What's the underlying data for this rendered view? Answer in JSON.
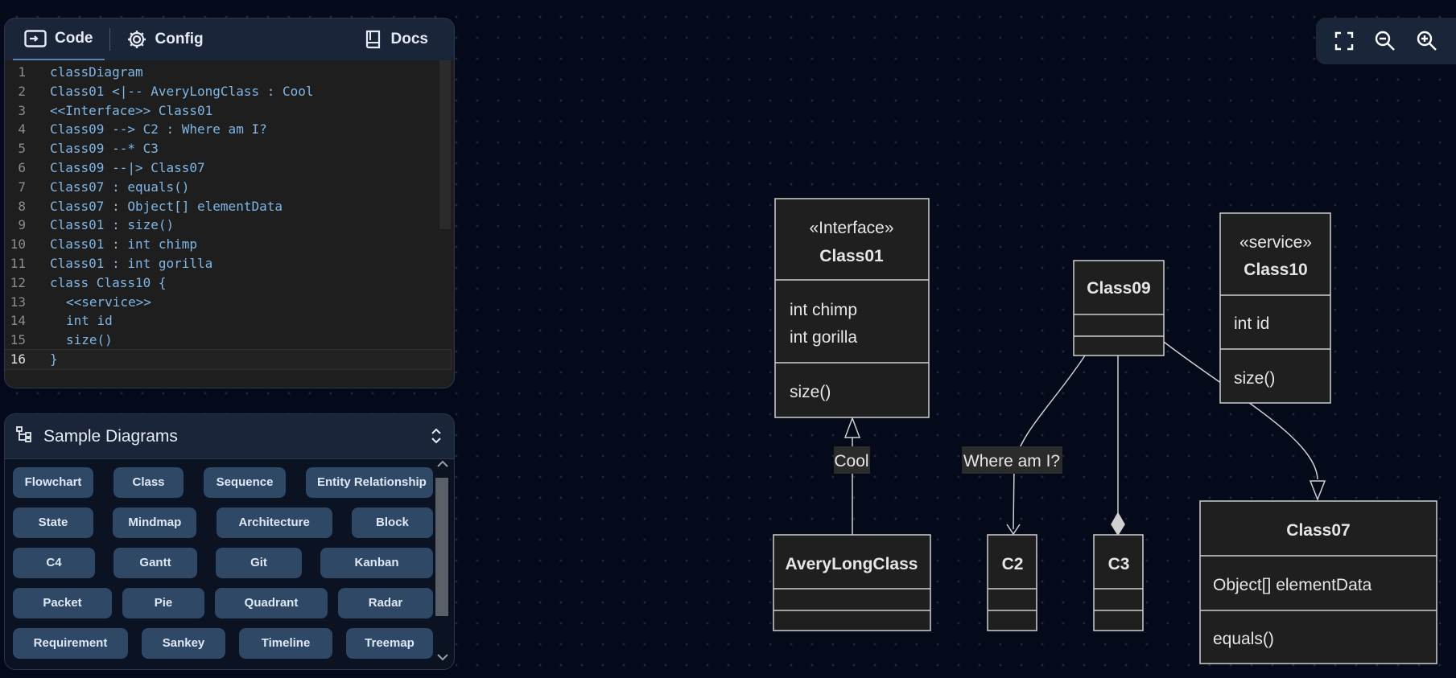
{
  "editor": {
    "tabs": {
      "code": "Code",
      "config": "Config",
      "docs": "Docs"
    },
    "lines": [
      {
        "n": "1",
        "t": "classDiagram"
      },
      {
        "n": "2",
        "t": "Class01 <|-- AveryLongClass : Cool"
      },
      {
        "n": "3",
        "t": "<<Interface>> Class01"
      },
      {
        "n": "4",
        "t": "Class09 --> C2 : Where am I?"
      },
      {
        "n": "5",
        "t": "Class09 --* C3"
      },
      {
        "n": "6",
        "t": "Class09 --|> Class07"
      },
      {
        "n": "7",
        "t": "Class07 : equals()"
      },
      {
        "n": "8",
        "t": "Class07 : Object[] elementData"
      },
      {
        "n": "9",
        "t": "Class01 : size()"
      },
      {
        "n": "10",
        "t": "Class01 : int chimp"
      },
      {
        "n": "11",
        "t": "Class01 : int gorilla"
      },
      {
        "n": "12",
        "t": "class Class10 {"
      },
      {
        "n": "13",
        "t": "<<service>>"
      },
      {
        "n": "14",
        "t": "int id"
      },
      {
        "n": "15",
        "t": "size()"
      },
      {
        "n": "16",
        "t": "}"
      }
    ],
    "current_line": "16"
  },
  "samples": {
    "title": "Sample Diagrams",
    "items": [
      "Flowchart",
      "Class",
      "Sequence",
      "Entity Relationship",
      "State",
      "Mindmap",
      "Architecture",
      "Block",
      "C4",
      "Gantt",
      "Git",
      "Kanban",
      "Packet",
      "Pie",
      "Quadrant",
      "Radar",
      "Requirement",
      "Sankey",
      "Timeline",
      "Treemap"
    ]
  },
  "zoom": {
    "icons": [
      "fullscreen-icon",
      "zoom-out-icon",
      "zoom-in-icon"
    ]
  },
  "diagram": {
    "class01": {
      "stereotype": "«Interface»",
      "name": "Class01",
      "attrs": [
        "int chimp",
        "int gorilla"
      ],
      "methods": [
        "size()"
      ]
    },
    "class09": {
      "name": "Class09"
    },
    "class10": {
      "stereotype": "«service»",
      "name": "Class10",
      "attrs": [
        "int id"
      ],
      "methods": [
        "size()"
      ]
    },
    "avery": {
      "name": "AveryLongClass"
    },
    "c2": {
      "name": "C2"
    },
    "c3": {
      "name": "C3"
    },
    "class07": {
      "name": "Class07",
      "attrs": [
        "Object[] elementData"
      ],
      "methods": [
        "equals()"
      ]
    },
    "labels": {
      "cool": "Cool",
      "where": "Where am I?"
    }
  },
  "colors": {
    "background": "#050a1a",
    "panel_header": "#1b2539",
    "editor_bg": "#1e1e1e",
    "chip_bg": "#2e4866",
    "node_fill": "#1f1f1f",
    "node_stroke": "#cfcfcf",
    "code_text": "#7fb6e6"
  }
}
